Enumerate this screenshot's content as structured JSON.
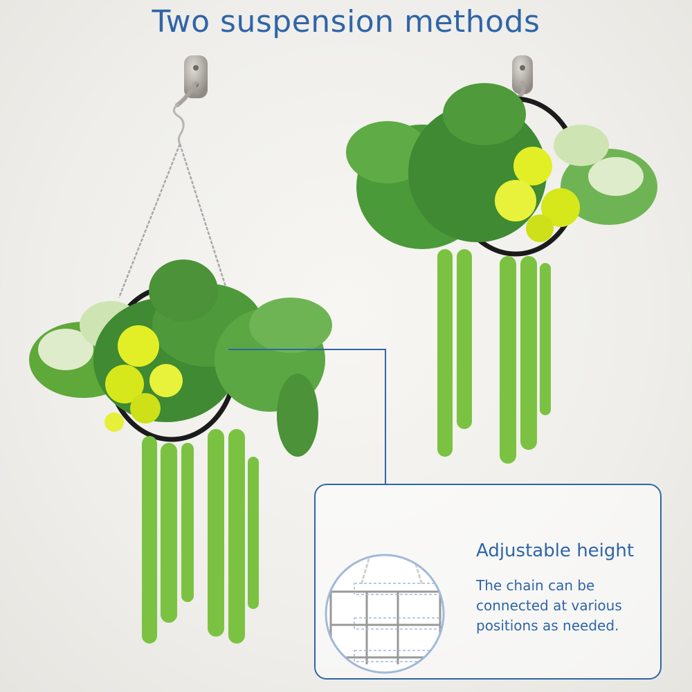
{
  "page": {
    "title": "Two suspension methods"
  },
  "callout": {
    "heading": "Adjustable height",
    "description": "The chain can be connected at various positions as needed."
  },
  "colors": {
    "accent": "#2f65a8",
    "wall": "#efeeea",
    "ring": "#1b1b1b",
    "foliage_dark": "#2e7d32",
    "foliage_light": "#7cc242",
    "flower": "#d8e81b"
  }
}
